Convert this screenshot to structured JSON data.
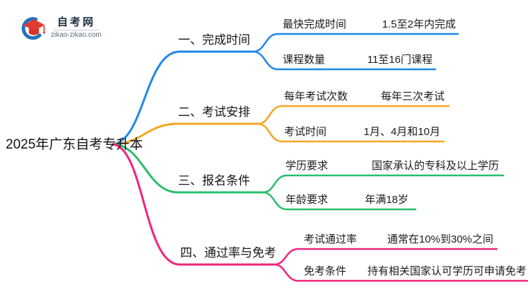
{
  "logo": {
    "title": "自考网",
    "domain": "zikao-zikao.com",
    "icon": "graduation-cap-icon",
    "cap_color": "#e23c32",
    "arc_color": "#2272b8"
  },
  "root": {
    "label": "2025年广东自考专升本"
  },
  "branches": [
    {
      "label": "一、完成时间",
      "color": "#1E88E5",
      "children": [
        {
          "label": "最快完成时间",
          "value": "1.5至2年内完成"
        },
        {
          "label": "课程数量",
          "value": "11至16门课程"
        }
      ]
    },
    {
      "label": "二、考试安排",
      "color": "#F5A623",
      "children": [
        {
          "label": "每年考试次数",
          "value": "每年三次考试"
        },
        {
          "label": "考试时间",
          "value": "1月、4月和10月"
        }
      ]
    },
    {
      "label": "三、报名条件",
      "color": "#2BBE6C",
      "children": [
        {
          "label": "学历要求",
          "value": "国家承认的专科及以上学历"
        },
        {
          "label": "年龄要求",
          "value": "年满18岁"
        }
      ]
    },
    {
      "label": "四、通过率与免考",
      "color": "#F1247C",
      "children": [
        {
          "label": "考试通过率",
          "value": "通常在10%到30%之间"
        },
        {
          "label": "免考条件",
          "value": "持有相关国家认可学历可申请免考"
        }
      ]
    }
  ]
}
